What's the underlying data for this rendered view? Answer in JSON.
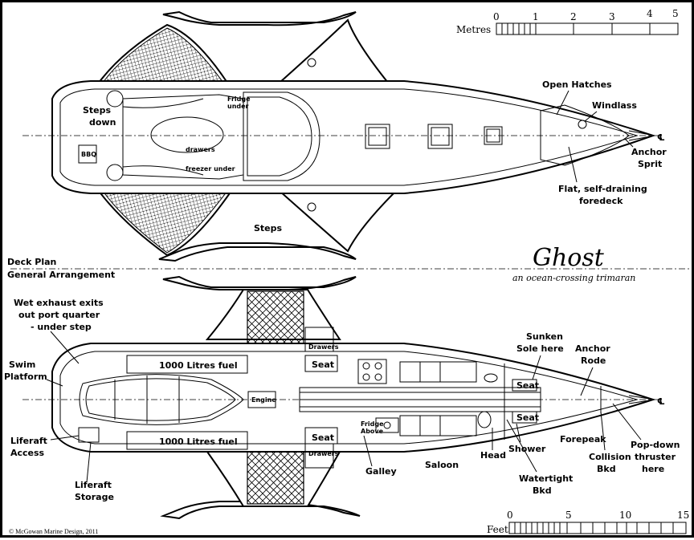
{
  "title": "Ghost",
  "subtitle": "an ocean-crossing trimaran",
  "copyright": "© McGowan Marine Design, 2011",
  "section_labels": {
    "deck_plan": "Deck Plan",
    "general_arrangement": "General Arrangement"
  },
  "metres_scale": {
    "label": "Metres",
    "ticks": [
      "0",
      "1",
      "2",
      "3",
      "4",
      "5"
    ]
  },
  "feet_scale": {
    "label": "Feet",
    "ticks": [
      "0",
      "5",
      "10",
      "15"
    ]
  },
  "deck_labels": {
    "steps_down": "Steps\ndown",
    "bbq": "BBQ",
    "fridge_under": "Fridge\nunder",
    "drawers": "drawers",
    "freezer_under": "freezer under",
    "steps": "Steps",
    "open_hatches": "Open Hatches",
    "windlass": "Windlass",
    "anchor_sprit": "Anchor\nSprit",
    "flat_foredeck": "Flat, self-draining\nforedeck",
    "centreline": "Cʟ"
  },
  "arrangement_labels": {
    "wet_exhaust": "Wet exhaust exits\nout port quarter\n- under step",
    "swim_platform": "Swim\nPlatform",
    "fuel_port": "1000 Litres fuel",
    "fuel_stbd": "1000 Litres fuel",
    "drawers_top": "Drawers",
    "drawers_bottom": "Drawers",
    "seat_top": "Seat",
    "seat_bottom": "Seat",
    "engine": "Engine",
    "fridge_above": "Fridge\nAbove",
    "liferaft_access": "Liferaft\nAccess",
    "liferaft_storage": "Liferaft\nStorage",
    "galley": "Galley",
    "saloon": "Saloon",
    "head": "Head",
    "shower": "Shower",
    "watertight_bkd": "Watertight\nBkd",
    "sunken_sole": "Sunken\nSole here",
    "anchor_rode": "Anchor\nRode",
    "seat_fwd_top": "Seat",
    "seat_fwd_bottom": "Seat",
    "forepeak": "Forepeak",
    "collision_bkd": "Collision\nBkd",
    "popdown_thruster": "Pop-down\nthruster\nhere"
  }
}
